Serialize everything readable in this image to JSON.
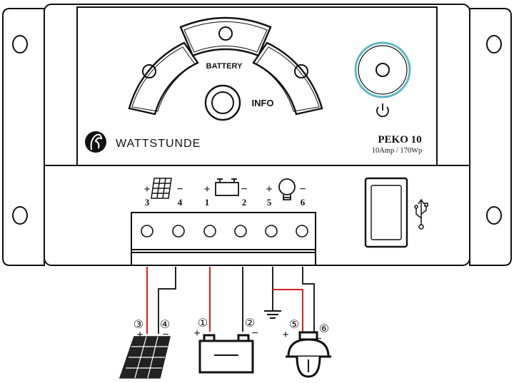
{
  "device": {
    "brand": "WATTSTUNDE",
    "model": "PEKO 10",
    "spec": "10Amp / 170Wp",
    "battery_label": "BATTERY",
    "info_label": "INFO"
  },
  "terminals": {
    "pv": {
      "plus": "+",
      "minus": "−",
      "pos_num": "3",
      "neg_num": "4"
    },
    "battery": {
      "plus": "+",
      "minus": "−",
      "pos_num": "1",
      "neg_num": "2"
    },
    "load": {
      "plus": "+",
      "minus": "−",
      "pos_num": "5",
      "neg_num": "6"
    }
  },
  "wiring": {
    "pv": {
      "pos": "③",
      "neg": "④",
      "plus": "+",
      "minus": "−"
    },
    "battery": {
      "pos": "①",
      "neg": "②",
      "plus": "+",
      "minus": "−"
    },
    "load": {
      "pos": "⑤",
      "neg": "⑥",
      "plus": "+",
      "minus": "−"
    }
  },
  "colors": {
    "positive_wire": "#d42020",
    "negative_wire": "#222222",
    "power_ring": "#5ab8c4"
  },
  "icons": [
    "solar-panel-icon",
    "battery-icon",
    "bulb-icon",
    "usb-icon",
    "power-icon",
    "ground-icon",
    "lamp-icon",
    "brand-logo-icon"
  ]
}
